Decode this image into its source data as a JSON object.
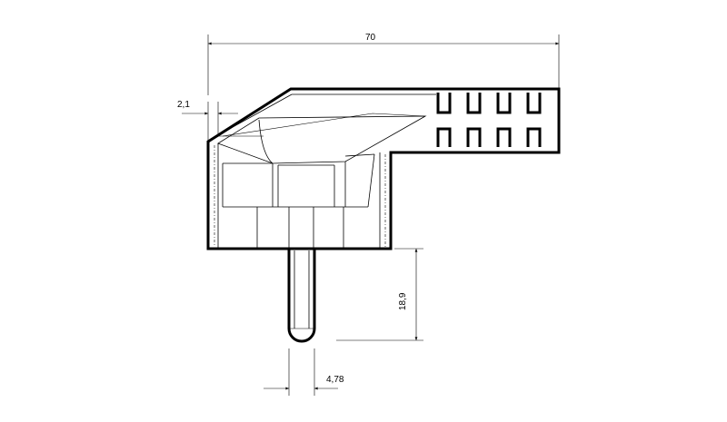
{
  "drawing": {
    "subject": "angled-plug-side-view",
    "dimensions": {
      "overall_width": "70",
      "wall_thickness": "2,1",
      "pin_length": "18,9",
      "pin_diameter": "4,78"
    }
  }
}
